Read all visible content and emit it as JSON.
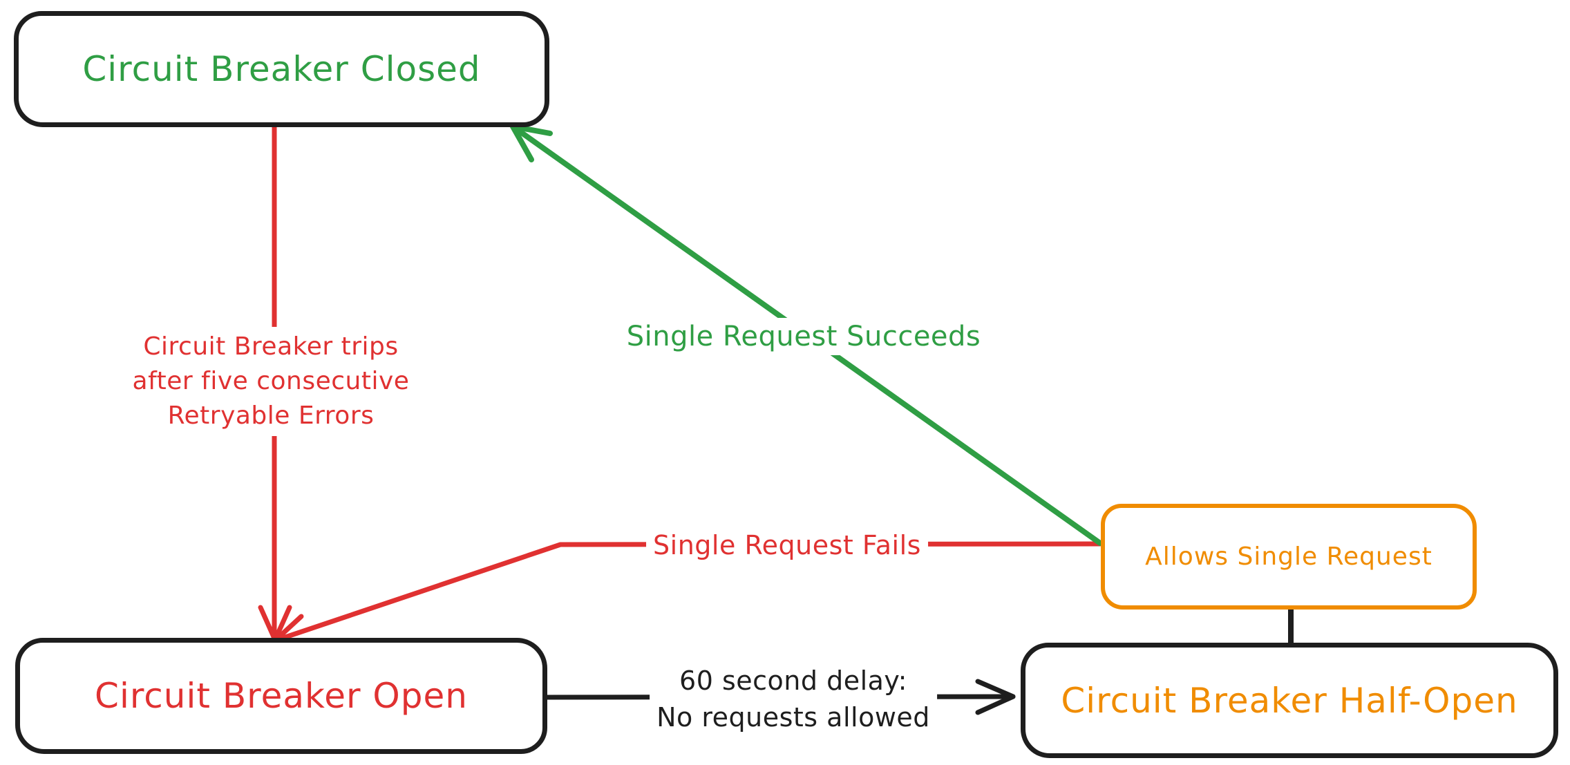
{
  "colors": {
    "green": "#2f9e44",
    "red": "#e03131",
    "orange": "#f08c00",
    "black": "#1e1e1e"
  },
  "nodes": {
    "closed": {
      "label": "Circuit Breaker Closed"
    },
    "open": {
      "label": "Circuit Breaker Open"
    },
    "half_open": {
      "label": "Circuit Breaker Half-Open"
    },
    "allows": {
      "label": "Allows Single Request"
    }
  },
  "edges": {
    "trip": {
      "lines": [
        "Circuit Breaker trips",
        "after five consecutive",
        "Retryable Errors"
      ]
    },
    "succeeds": {
      "label": "Single Request Succeeds"
    },
    "fails": {
      "label": "Single Request Fails"
    },
    "delay": {
      "lines": [
        "60 second delay:",
        "No requests allowed"
      ]
    }
  }
}
